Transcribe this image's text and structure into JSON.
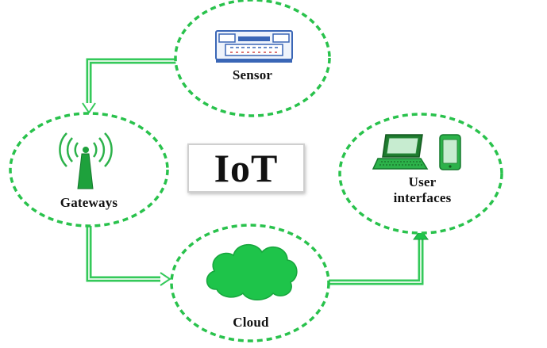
{
  "title": "IoT",
  "nodes": {
    "sensor": {
      "label": "Sensor",
      "icon": "sensor-board-icon"
    },
    "gateways": {
      "label": "Gateways",
      "icon": "antenna-tower-icon"
    },
    "cloud": {
      "label": "Cloud",
      "icon": "cloud-icon"
    },
    "user_interfaces": {
      "label_line1": "User",
      "label_line2": "interfaces",
      "icons": [
        "laptop-icon",
        "smartphone-icon"
      ]
    }
  },
  "colors": {
    "accent": "#1ec44a",
    "circle_border": "#29c24c",
    "arrow": "#34c95a",
    "arrow_dark": "#179a39",
    "icon_blue": "#3a66b6"
  }
}
